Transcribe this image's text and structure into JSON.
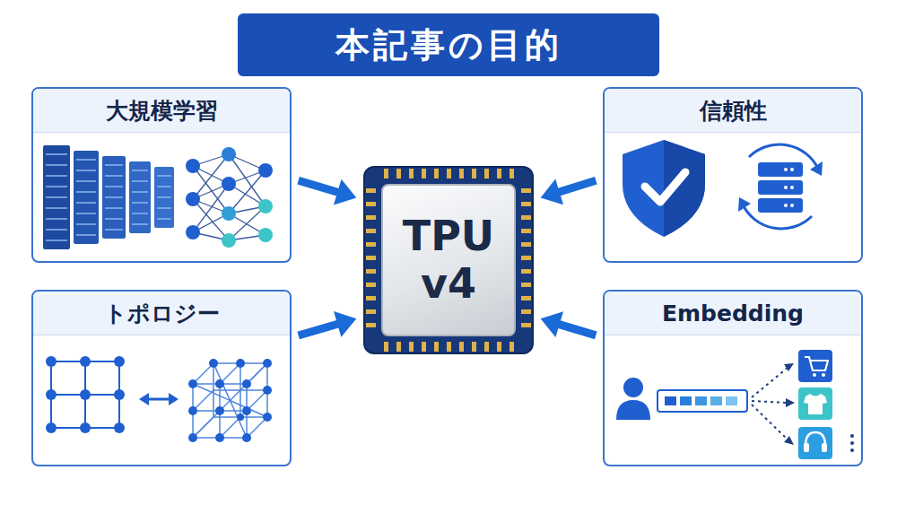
{
  "diagram": {
    "title": "本記事の目的",
    "nodes": [
      {
        "text": [
          "大規模学習"
        ]
      },
      {
        "text": [
          "信頼性"
        ]
      },
      {
        "text": [
          "TPU v4"
        ]
      },
      {
        "text": [
          "トポロジー"
        ]
      },
      {
        "text": [
          "Embedding"
        ]
      }
    ],
    "edges": [
      {
        "from": 0,
        "to": 2,
        "arrow": "to"
      },
      {
        "from": 1,
        "to": 2,
        "arrow": "to"
      },
      {
        "from": 3,
        "to": 2,
        "arrow": "to"
      },
      {
        "from": 4,
        "to": 2,
        "arrow": "to"
      }
    ]
  }
}
